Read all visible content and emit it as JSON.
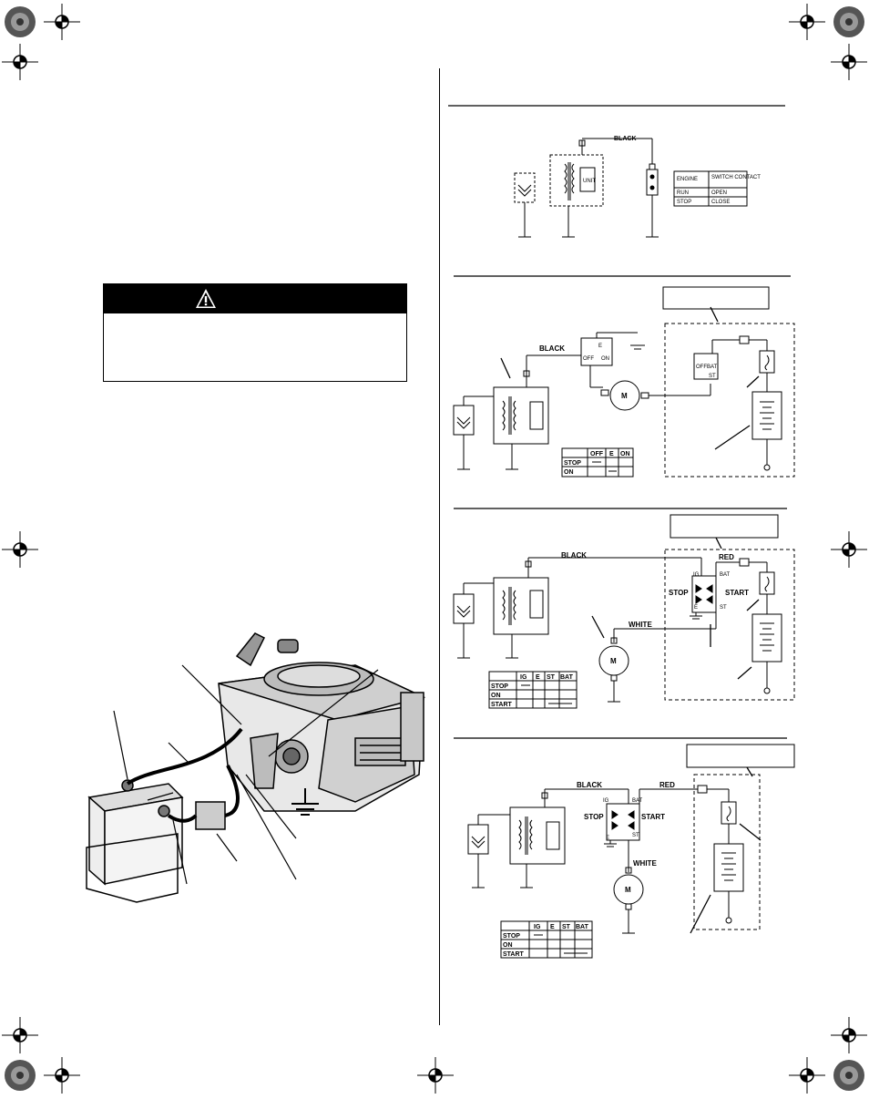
{
  "warning": {
    "icon": "warning-triangle-icon"
  },
  "diagram1": {
    "wire_black": "BLACK",
    "unit_label": "UNIT",
    "table_headers": [
      "ENGINE",
      "SWITCH CONTACT"
    ],
    "table_rows": [
      [
        "RUN",
        "OPEN"
      ],
      [
        "STOP",
        "CLOSE"
      ]
    ]
  },
  "diagram2": {
    "wire_black": "BLACK",
    "switch_labels": [
      "E",
      "OFF",
      "ON"
    ],
    "starter_switch_labels": [
      "OFF",
      "BAT",
      "ST"
    ],
    "motor_label": "M",
    "table_headers": [
      "",
      "OFF",
      "E",
      "ON"
    ],
    "table_rows": [
      [
        "STOP",
        "",
        "",
        ""
      ],
      [
        "ON",
        "",
        "",
        ""
      ]
    ]
  },
  "diagram3": {
    "wire_black": "BLACK",
    "wire_red": "RED",
    "wire_white": "WHITE",
    "switch_terminals": [
      "IG",
      "BAT",
      "E",
      "ST"
    ],
    "stop_label": "STOP",
    "start_label": "START",
    "motor_label": "M",
    "table_headers": [
      "",
      "IG",
      "E",
      "ST",
      "BAT"
    ],
    "table_rows": [
      [
        "STOP",
        "",
        "",
        "",
        ""
      ],
      [
        "ON",
        "",
        "",
        "",
        ""
      ],
      [
        "START",
        "",
        "",
        "",
        ""
      ]
    ]
  },
  "diagram4": {
    "wire_black": "BLACK",
    "wire_red": "RED",
    "wire_white": "WHITE",
    "switch_terminals": [
      "IG",
      "BAT",
      "E",
      "ST"
    ],
    "stop_label": "STOP",
    "start_label": "START",
    "motor_label": "M",
    "table_headers": [
      "",
      "IG",
      "E",
      "ST",
      "BAT"
    ],
    "table_rows": [
      [
        "STOP",
        "",
        "",
        "",
        ""
      ],
      [
        "ON",
        "",
        "",
        "",
        ""
      ],
      [
        "START",
        "",
        "",
        "",
        ""
      ]
    ]
  }
}
